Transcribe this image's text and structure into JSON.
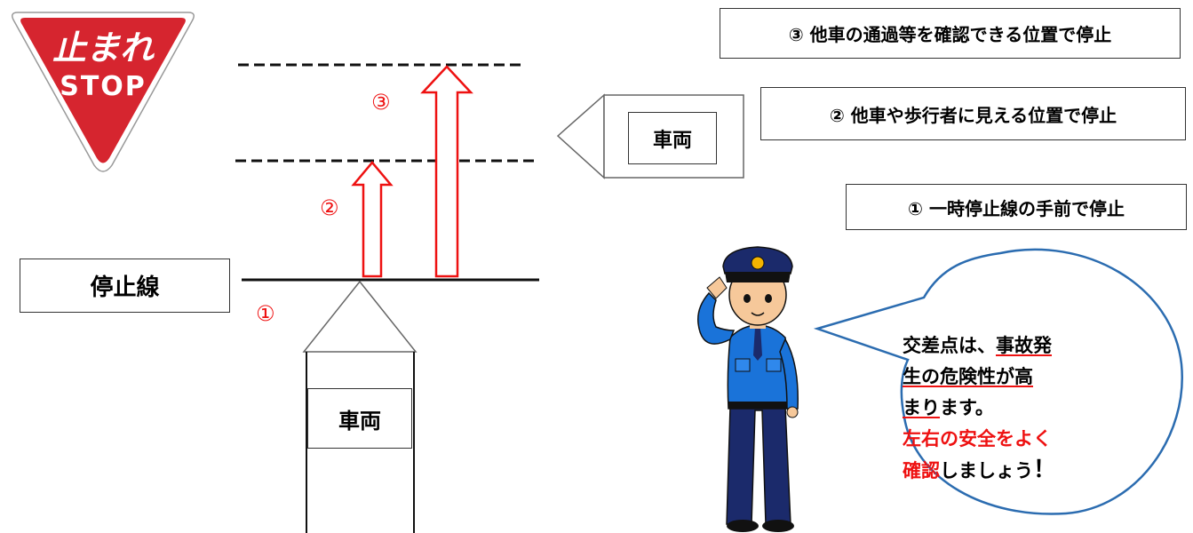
{
  "sign": {
    "line1": "止まれ",
    "line2": "STOP"
  },
  "labels": {
    "stop_line": "停止線",
    "vehicle_bottom": "車両",
    "vehicle_side": "車両"
  },
  "steps": [
    {
      "marker": "①",
      "label": "①  一時停止線の手前で停止"
    },
    {
      "marker": "②",
      "label": "②  他車や歩行者に見える位置で停止"
    },
    {
      "marker": "③",
      "label": "③  他車の通過等を確認できる位置で停止"
    }
  ],
  "bubble": {
    "l1_a": "交差点は、",
    "l1_b": "事故発",
    "l2_a": "生",
    "l2_b": "の",
    "l2_c": "危険性",
    "l2_d": "が",
    "l2_e": "高",
    "l3_a": "まり",
    "l3_b": "ます。",
    "l4": "左右の安全をよく",
    "l5_a": "確認",
    "l5_b": "しましょう",
    "l5_c": "！"
  },
  "colors": {
    "sign_red": "#d6252f",
    "arrow_red": "#ee1111",
    "bubble_border": "#2b6cb0",
    "police_blue": "#1a73d9",
    "police_navy": "#1b2a6b"
  }
}
